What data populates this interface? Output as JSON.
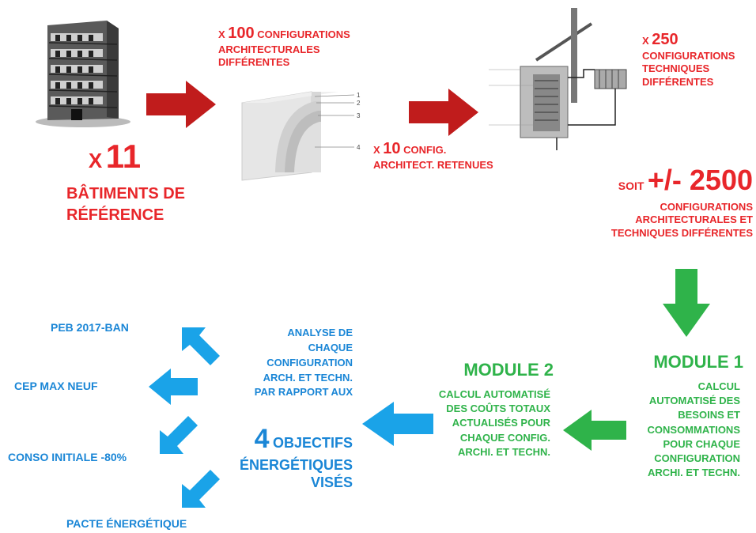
{
  "top": {
    "buildings": {
      "prefix": "x",
      "count": "11",
      "label_line1": "BÂTIMENTS DE",
      "label_line2": "RÉFÉRENCE"
    },
    "arch": {
      "prefix": "x",
      "count": "100",
      "line1_rest": "CONFIGURATIONS",
      "line2": "ARCHITECTURALES",
      "line3": "DIFFÉRENTES"
    },
    "retained": {
      "prefix": "x",
      "count": "10",
      "line1_rest": "CONFIG.",
      "line2": "ARCHITECT. RETENUES"
    },
    "tech": {
      "prefix": "x",
      "count": "250",
      "line2": "CONFIGURATIONS",
      "line3": "TECHNIQUES",
      "line4": "DIFFÉRENTES"
    },
    "total": {
      "prefix": "SOIT",
      "count": "+/- 2500",
      "line2": "CONFIGURATIONS",
      "line3": "ARCHITECTURALES ET",
      "line4": "TECHNIQUES DIFFÉRENTES"
    }
  },
  "wall_labels": [
    "1",
    "2",
    "3",
    "4"
  ],
  "module1": {
    "title": "MODULE 1",
    "lines": [
      "CALCUL",
      "AUTOMATISÉ DES",
      "BESOINS ET",
      "CONSOMMATIONS",
      "POUR CHAQUE",
      "CONFIGURATION",
      "ARCHI. ET TECHN."
    ]
  },
  "module2": {
    "title": "MODULE 2",
    "lines": [
      "CALCUL AUTOMATISÉ",
      "DES COÛTS TOTAUX",
      "ACTUALISÉS POUR",
      "CHAQUE CONFIG.",
      "ARCHI. ET TECHN."
    ]
  },
  "analysis": {
    "lines": [
      "ANALYSE DE",
      "CHAQUE",
      "CONFIGURATION",
      "ARCH. ET TECHN.",
      "PAR RAPPORT AUX"
    ],
    "count": "4",
    "obj1": "OBJECTIFS",
    "obj2": "ÉNERGÉTIQUES",
    "obj3": "VISÉS"
  },
  "objectives": [
    "PEB 2017-BAN",
    "CEP MAX NEUF",
    "CONSO INITIALE -80%",
    "PACTE ÉNERGÉTIQUE"
  ],
  "colors": {
    "red": "#e8262a",
    "darkred": "#b01818",
    "green": "#2fb34a",
    "blue": "#1aa3e8"
  }
}
